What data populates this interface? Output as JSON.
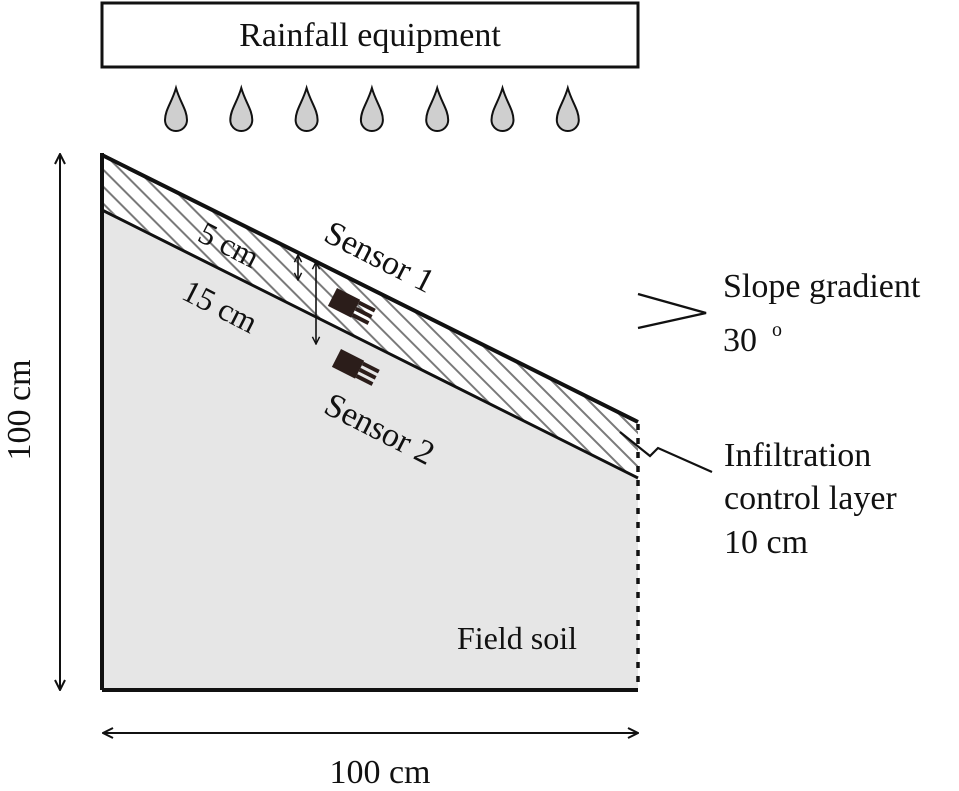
{
  "rainfall": {
    "label": "Rainfall equipment",
    "drop_count": 7
  },
  "labels": {
    "sensor1": "Sensor 1",
    "sensor2": "Sensor 2",
    "depth_5": "5 cm",
    "depth_15": "15 cm",
    "field_soil": "Field soil",
    "height": "100 cm",
    "width": "100 cm"
  },
  "slope": {
    "line1": "Slope gradient",
    "value": "30",
    "degree_mark": "o"
  },
  "infiltration": {
    "line1": "Infiltration",
    "line2": "control layer",
    "line3": "10 cm"
  },
  "colors": {
    "soil": "#e6e6e6",
    "drop": "#cfcfcf",
    "sensor": "#2b1d1a",
    "line": "#111111",
    "hatch": "#7a7a7a"
  }
}
